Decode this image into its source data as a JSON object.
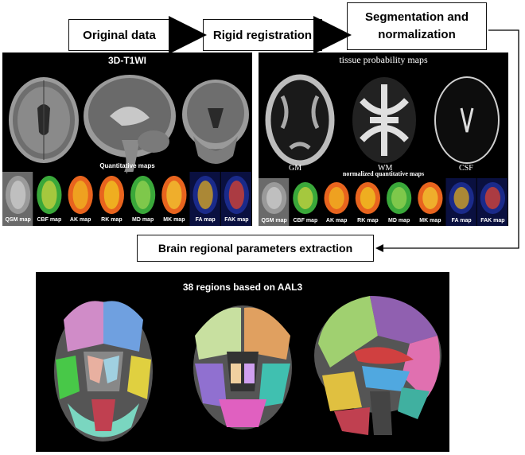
{
  "flow": {
    "step1": "Original data",
    "step2": "Rigid registration",
    "step3": "Segmentation and normalization",
    "step4": "Brain regional parameters extraction"
  },
  "left_panel": {
    "title": "3D-T1WI",
    "quant_title": "Quantitative maps",
    "maps": [
      "QSM map",
      "CBF map",
      "AK map",
      "RK map",
      "MD map",
      "MK map",
      "FA map",
      "FAK map"
    ]
  },
  "right_panel": {
    "title": "tissue probability maps",
    "tissues": [
      "GM",
      "WM",
      "CSF"
    ],
    "quant_title": "normalized quantitative maps",
    "maps": [
      "QSM map",
      "CBF map",
      "AK map",
      "RK map",
      "MD map",
      "MK map",
      "FA map",
      "FAK map"
    ]
  },
  "bottom_panel": {
    "title": "38 regions based on AAL3"
  },
  "colors": {
    "arrow": "#000000",
    "panel_bg": "#000000",
    "map_warm": "#e8641e",
    "map_green": "#3aa83a",
    "map_blue": "#1a2a8a"
  }
}
